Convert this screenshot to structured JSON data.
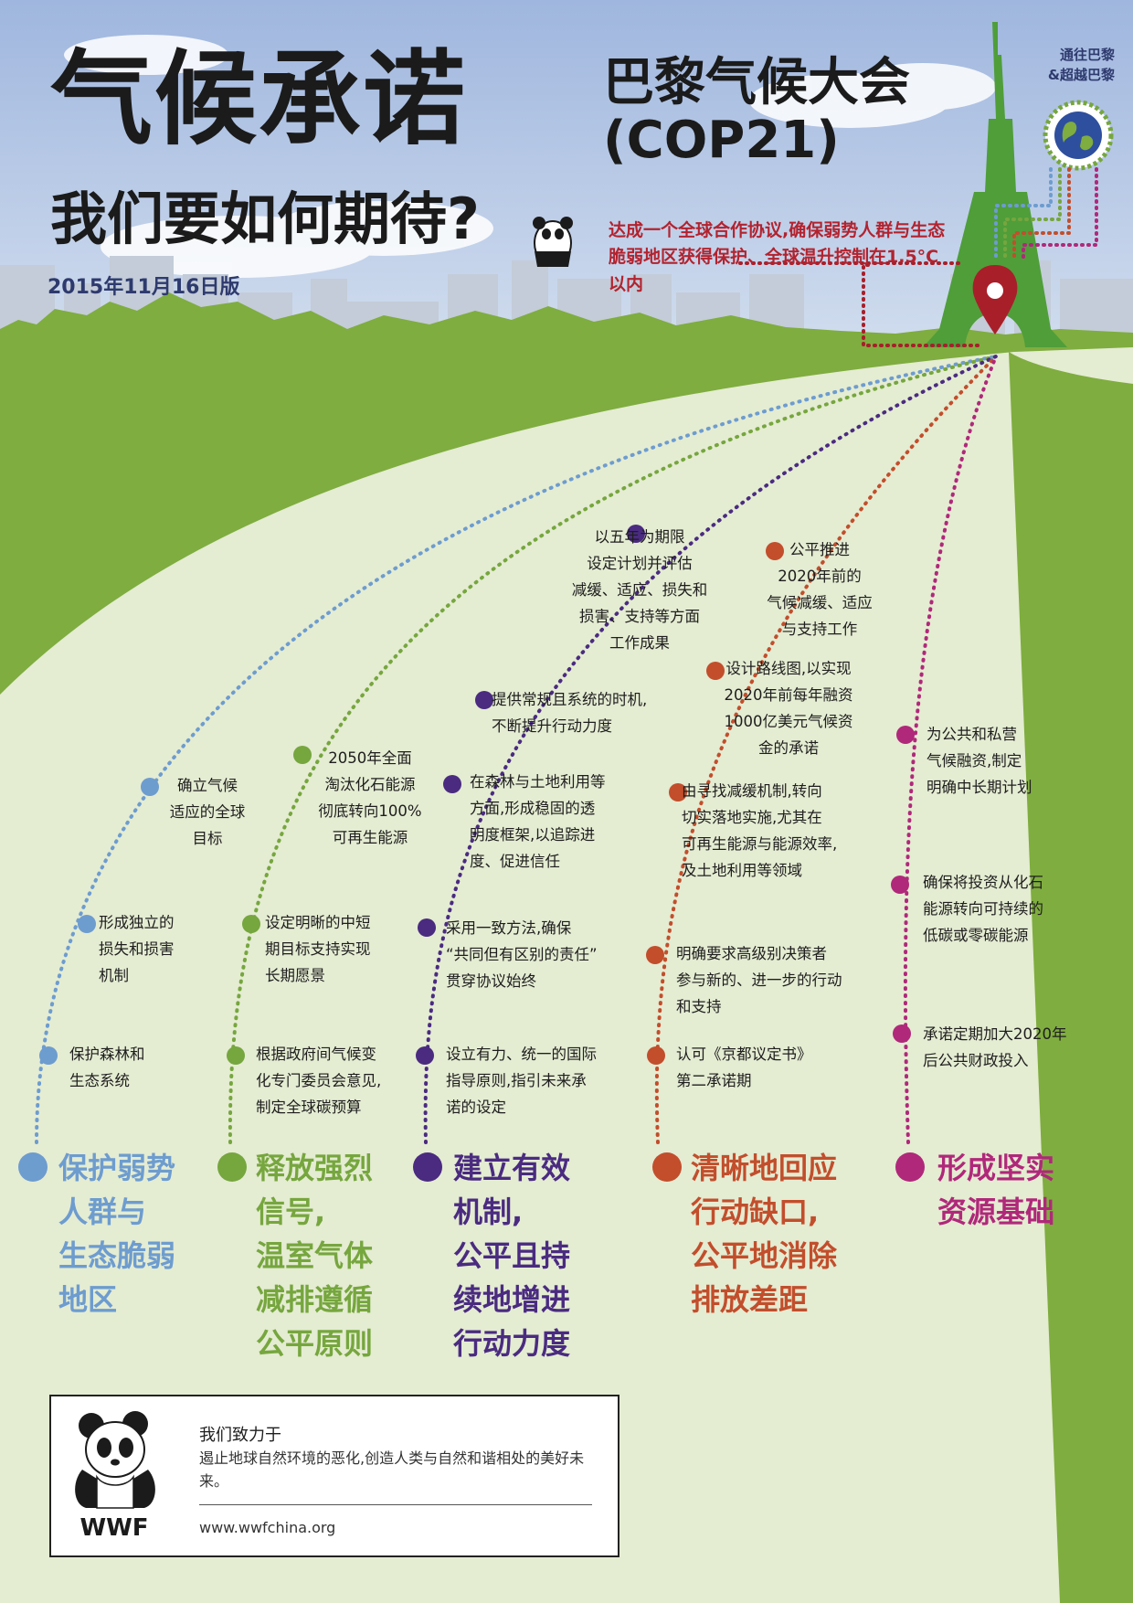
{
  "header": {
    "title": "气候承诺",
    "subtitle": "我们要如何期待?",
    "edition": "2015年11月16日版",
    "conference_line1": "巴黎气候大会",
    "conference_line2": "(COP21)",
    "goal": "达成一个全球合作协议,确保弱势人群与生态脆弱地区获得保护、全球温升控制在1.5°C以内",
    "corner_line1": "通往巴黎",
    "corner_line2": "&超越巴黎"
  },
  "colors": {
    "sky": "#c4d4ea",
    "hill": "#7fad3f",
    "road": "#e4ecd2",
    "tower": "#4f9e3a",
    "pin": "#a81f2a",
    "lane_blue": "#6d9ccf",
    "lane_green": "#76a63e",
    "lane_purple": "#4a2b80",
    "lane_orange": "#c24e2c",
    "lane_magenta": "#b0287a"
  },
  "lanes": [
    {
      "title": "保护弱势\n人群与\n生态脆弱\n地区",
      "stops": [
        "保护森林和\n生态系统",
        "形成独立的\n损失和损害\n机制",
        "确立气候\n适应的全球\n目标"
      ]
    },
    {
      "title": "释放强烈\n信号,\n温室气体\n减排遵循\n公平原则",
      "stops": [
        "根据政府间气候变\n化专门委员会意见,\n制定全球碳预算",
        "设定明晰的中短\n期目标支持实现\n长期愿景",
        "2050年全面\n淘汰化石能源\n彻底转向100%\n可再生能源"
      ]
    },
    {
      "title": "建立有效\n机制,\n公平且持\n续地增进\n行动力度",
      "stops": [
        "设立有力、统一的国际\n指导原则,指引未来承\n诺的设定",
        "采用一致方法,确保\n“共同但有区别的责任”\n贯穿协议始终",
        "在森林与土地利用等\n方面,形成稳固的透\n明度框架,以追踪进\n度、促进信任",
        "提供常规且系统的时机,\n不断提升行动力度",
        "以五年为期限\n设定计划并评估\n减缓、适应、损失和\n损害、支持等方面\n工作成果"
      ]
    },
    {
      "title": "清晰地回应\n行动缺口,\n公平地消除\n排放差距",
      "stops": [
        "认可《京都议定书》\n第二承诺期",
        "明确要求高级别决策者\n参与新的、进一步的行动\n和支持",
        "由寻找减缓机制,转向\n切实落地实施,尤其在\n可再生能源与能源效率,\n及土地利用等领域",
        "设计路线图,以实现\n2020年前每年融资\n1000亿美元气候资\n金的承诺",
        "公平推进\n2020年前的\n气候减缓、适应\n与支持工作"
      ]
    },
    {
      "title": "形成坚实\n资源基础",
      "stops": [
        "承诺定期加大2020年\n后公共财政投入",
        "确保将投资从化石\n能源转向可持续的\n低碳或零碳能源",
        "为公共和私营\n气候融资,制定\n明确中长期计划"
      ]
    }
  ],
  "footer": {
    "logo_text": "WWF",
    "mission_heading": "我们致力于",
    "mission_text": "遏止地球自然环境的恶化,创造人类与自然和谐相处的美好未来。",
    "url": "www.wwfchina.org"
  }
}
